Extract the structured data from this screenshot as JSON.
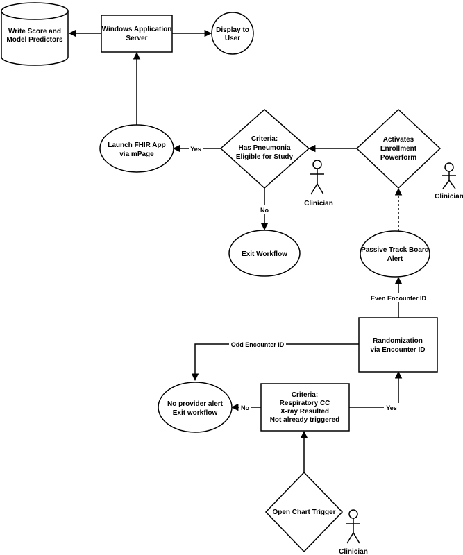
{
  "nodes": {
    "db": [
      "Write Score and",
      "Model Predictors"
    ],
    "server": [
      "Windows Application",
      "Server"
    ],
    "display": [
      "Display to",
      "User"
    ],
    "launch": [
      "Launch FHIR App",
      "via mPage"
    ],
    "criteria_pneumonia": [
      "Criteria:",
      "Has Pneumonia",
      "Eligible for Study"
    ],
    "activates": [
      "Activates",
      "Enrollment",
      "Powerform"
    ],
    "exit_workflow": [
      "Exit Workflow"
    ],
    "passive_alert": [
      "Passive Track Board",
      "Alert"
    ],
    "randomization": [
      "Randomization",
      "via Encounter ID"
    ],
    "no_alert": [
      "No provider alert",
      "Exit workflow"
    ],
    "criteria_resp": [
      "Criteria:",
      "Respiratory CC",
      "X-ray Resulted",
      "Not already triggered"
    ],
    "open_chart": [
      "Open Chart Trigger"
    ]
  },
  "edge_labels": {
    "yes_top": "Yes",
    "no_mid": "No",
    "even": "Even Encounter ID",
    "odd": "Odd Encounter ID",
    "no_bottom": "No",
    "yes_bottom": "Yes"
  },
  "actors": {
    "clinician_1": "Clinician",
    "clinician_2": "Clinician",
    "clinician_3": "Clinician"
  }
}
